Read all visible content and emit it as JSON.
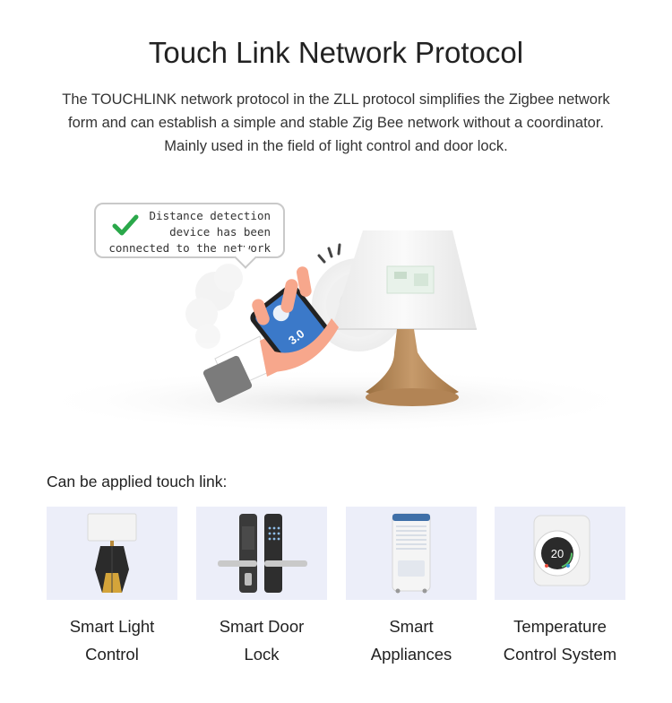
{
  "title": "Touch Link Network Protocol",
  "intro": {
    "line1": "The TOUCHLINK network protocol in the ZLL protocol simplifies the Zigbee network",
    "line2": "form and can establish a simple and stable Zig Bee network without a coordinator.",
    "line3": "Mainly used in the field of light control and door lock."
  },
  "bubble": {
    "message": "Distance detection\ndevice has been\nconnected to the network",
    "icon": "checkmark-icon",
    "check_color": "#2aa84a"
  },
  "phone": {
    "version_label": "3.0",
    "screen_color": "#3b79c9"
  },
  "applied_heading": "Can be applied touch link:",
  "applications": [
    {
      "line1": "Smart Light",
      "line2": "Control",
      "icon": "table-lamp-icon"
    },
    {
      "line1": "Smart Door",
      "line2": "Lock",
      "icon": "door-lock-icon"
    },
    {
      "line1": "Smart",
      "line2": "Appliances",
      "icon": "air-cooler-icon"
    },
    {
      "line1": "Temperature",
      "line2": "Control System",
      "icon": "thermostat-icon"
    }
  ],
  "thermostat_reading": "20"
}
